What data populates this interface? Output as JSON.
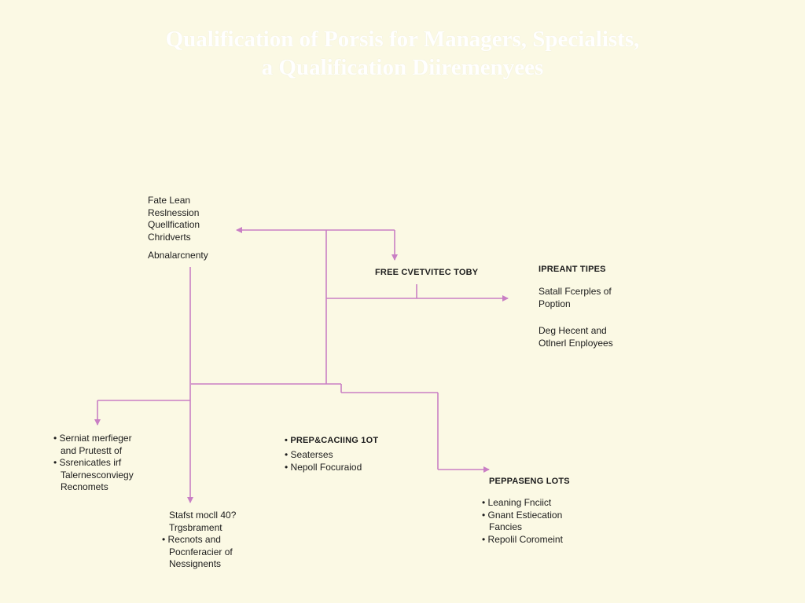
{
  "title": {
    "line1": "Qualification of Porsis for Managers, Specialists,",
    "line2": "a Qualification Diiremenyees"
  },
  "colors": {
    "background": "#fbf9e4",
    "connector": "#c97fc4",
    "text": "#1c1c1c",
    "title": "#ffffff"
  },
  "root_node": {
    "lines": [
      "Fate Lean",
      "Reslnession",
      "Quellfication",
      "Chridverts"
    ],
    "sub_label": "Abnalarcnenty"
  },
  "free_node": {
    "heading": "FREE CVETVITEC TOBY"
  },
  "ipreant_node": {
    "heading": "IPREANT TIPES",
    "lines": [
      "Satall Fcerples of",
      "Poption",
      "Deg Hecent and",
      "Otlnerl Enployees"
    ]
  },
  "left_node": {
    "items": [
      {
        "text": "Serniat merfieger",
        "bullet": true
      },
      {
        "text": "and Prutestt of",
        "bullet": false
      },
      {
        "text": "Ssrenicatles irf",
        "bullet": true
      },
      {
        "text": "Talernesconviegy",
        "bullet": false
      },
      {
        "text": "Recnomets",
        "bullet": false
      }
    ]
  },
  "stafst_node": {
    "items": [
      {
        "text": "Stafst mocll 40?",
        "bullet": false
      },
      {
        "text": "Trgsbrament",
        "bullet": false
      },
      {
        "text": "Recnots and",
        "bullet": true
      },
      {
        "text": "Pocnferacier of",
        "bullet": false
      },
      {
        "text": "Nessignents",
        "bullet": false
      }
    ]
  },
  "prepsacing_node": {
    "heading": "PREP&CACIING 1OT",
    "items": [
      "Seaterses",
      "Nepoll Focuraiod"
    ]
  },
  "peppaseng_node": {
    "heading": "PEPPASENG LOTS",
    "items": [
      {
        "text": "Leaning Fnciict",
        "bullet": true
      },
      {
        "text": "Gnant Estiecation",
        "bullet": true
      },
      {
        "text": "Fancies",
        "bullet": false
      },
      {
        "text": "Repolil Coromeint",
        "bullet": true
      }
    ]
  }
}
